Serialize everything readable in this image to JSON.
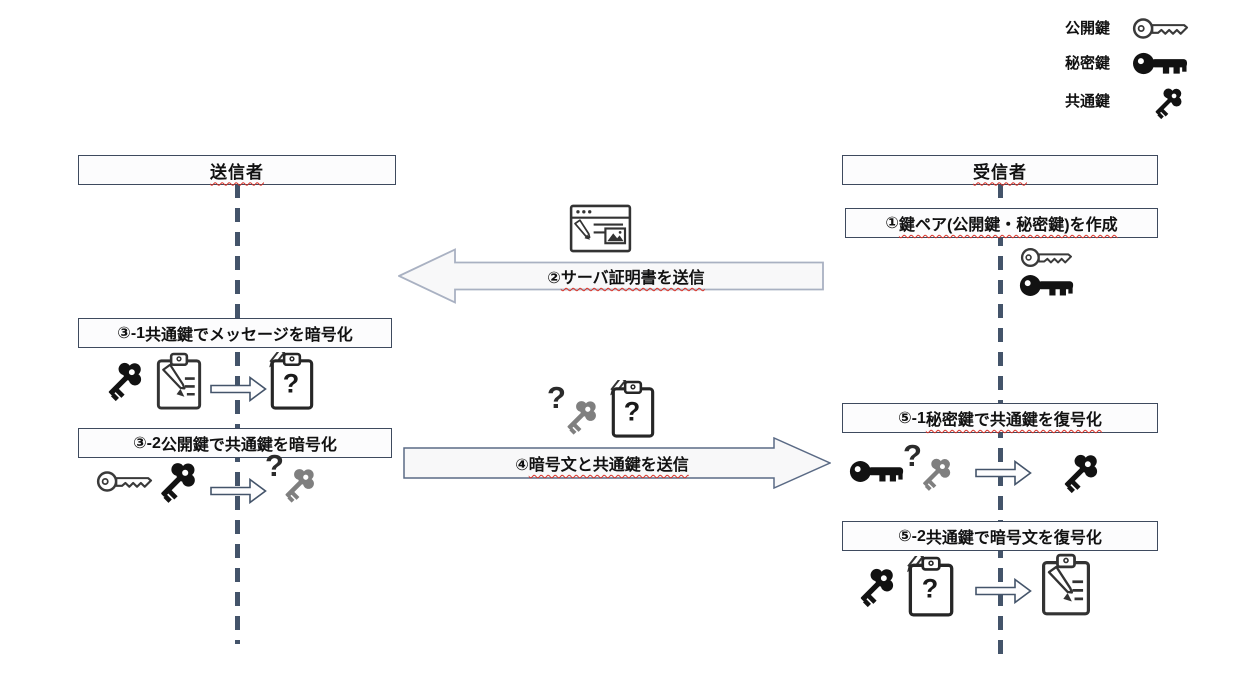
{
  "legend": {
    "items": [
      {
        "label": "公開鍵",
        "icon": "public-key-icon",
        "style": "outline key"
      },
      {
        "label": "秘密鍵",
        "icon": "private-key-icon",
        "style": "solid black key"
      },
      {
        "label": "共通鍵",
        "icon": "common-key-icon",
        "style": "black clover-head key, diagonal"
      }
    ]
  },
  "lanes": {
    "sender": {
      "title": "送信者"
    },
    "receiver": {
      "title": "受信者"
    }
  },
  "steps": {
    "s1": {
      "prefix": "①",
      "text": "鍵ペア(公開鍵・秘密鍵)を作成"
    },
    "s2": {
      "prefix": "②",
      "text": "サーバ証明書を送信"
    },
    "s3_1": {
      "prefix": "③-1 ",
      "text": "共通鍵でメッセージを暗号化"
    },
    "s3_2": {
      "prefix": "③-2 ",
      "text": "公開鍵で共通鍵を暗号化"
    },
    "s4": {
      "prefix": "④",
      "text": "暗号文と共通鍵を送信"
    },
    "s5_1": {
      "prefix": "⑤-1 ",
      "text": "秘密鍵で共通鍵を復号化"
    },
    "s5_2": {
      "prefix": "⑤-2 ",
      "text": "共通鍵で暗号文を復号化"
    }
  },
  "glyphs": {
    "question": "?"
  },
  "colors": {
    "lifeline": "#44546A",
    "box_border": "#3E4A5E",
    "squiggle": "#D93025",
    "arrow2_border": "#A9B1C2",
    "arrow4_border": "#5A6A85",
    "gray_key": "#7F7F7F"
  }
}
